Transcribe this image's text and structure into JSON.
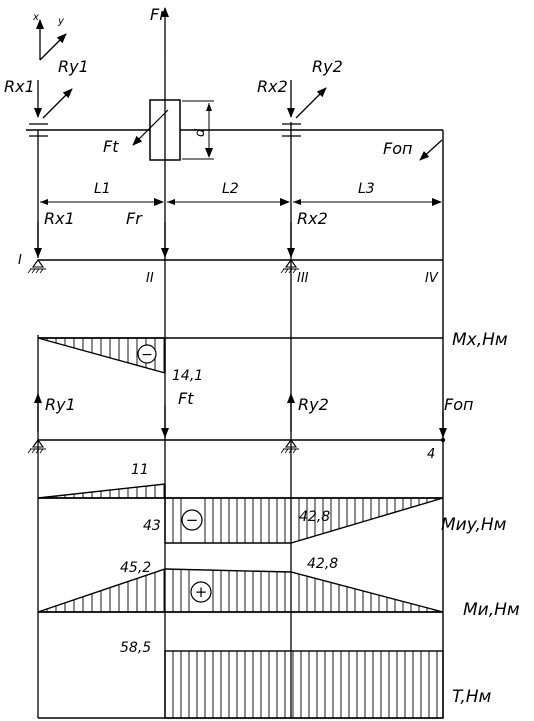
{
  "axes": {
    "x": "x",
    "y": "y"
  },
  "forces": {
    "fr": "Fr",
    "ft": "Ft",
    "fon": "Fоп",
    "rx1": "Rx1",
    "ry1": "Ry1",
    "rx2": "Rx2",
    "ry2": "Ry2",
    "d": "d"
  },
  "spans": {
    "l1": "L1",
    "l2": "L2",
    "l3": "L3"
  },
  "sections": {
    "s1": "I",
    "s2": "II",
    "s3": "III",
    "s4": "IV",
    "s4b": "4"
  },
  "diagrams": {
    "mx": {
      "label": "Mx,Нм",
      "sign": "−",
      "values": {
        "peak": "14,1"
      }
    },
    "my": {
      "label": "Mиy,Нм",
      "sign": "−",
      "values": {
        "left": "11",
        "mid": "43",
        "right": "42,8"
      }
    },
    "mi": {
      "label": "Mи,Нм",
      "sign": "+",
      "values": {
        "left": "45,2",
        "right": "42,8"
      }
    },
    "t": {
      "label": "T,Нм",
      "values": {
        "top": "58,5"
      }
    }
  }
}
